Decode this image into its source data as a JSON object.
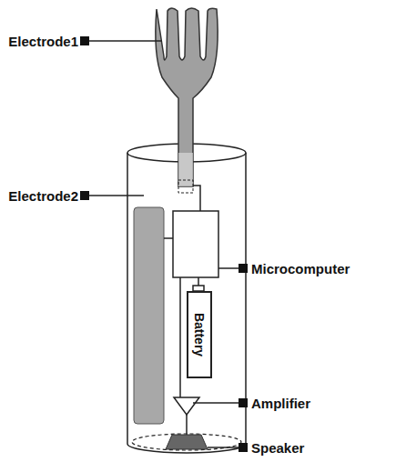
{
  "diagram": {
    "nodes": [
      {
        "text": [
          "Battery"
        ]
      }
    ],
    "labels": [
      "Electrode1",
      "Electrode2",
      "Microcomputer",
      "Amplifier",
      "Speaker"
    ]
  }
}
